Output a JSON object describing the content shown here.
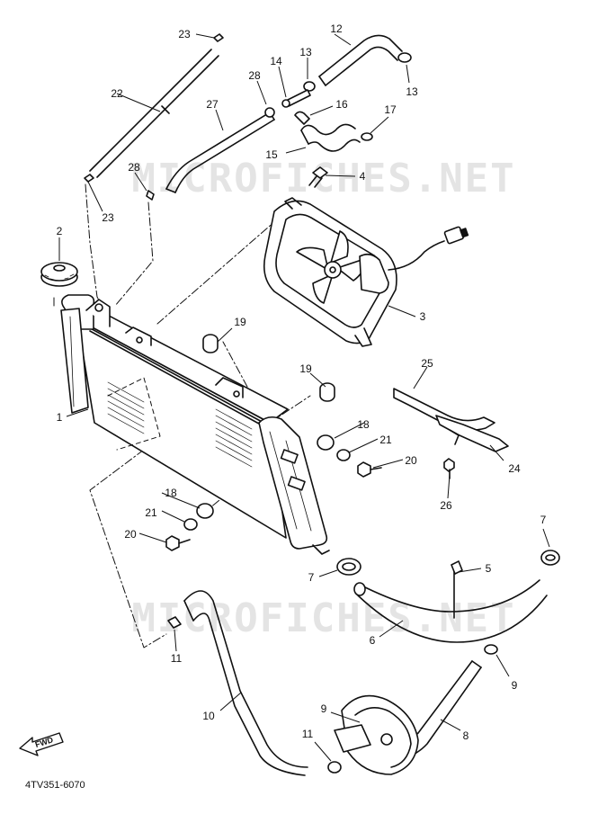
{
  "watermark": "MICROFICHES.NET",
  "diagram_code": "4TV351-6070",
  "fwd_label": "FWD",
  "callouts": {
    "c1": "1",
    "c2": "2",
    "c3": "3",
    "c4": "4",
    "c5": "5",
    "c6": "6",
    "c7a": "7",
    "c7b": "7",
    "c8": "8",
    "c9a": "9",
    "c9b": "9",
    "c10": "10",
    "c11a": "11",
    "c11b": "11",
    "c12": "12",
    "c13a": "13",
    "c13b": "13",
    "c14": "14",
    "c15": "15",
    "c16": "16",
    "c17": "17",
    "c18a": "18",
    "c18b": "18",
    "c19a": "19",
    "c19b": "19",
    "c20a": "20",
    "c20b": "20",
    "c21a": "21",
    "c21b": "21",
    "c22": "22",
    "c23a": "23",
    "c23b": "23",
    "c24": "24",
    "c25": "25",
    "c26": "26",
    "c27": "27",
    "c28a": "28",
    "c28b": "28"
  }
}
